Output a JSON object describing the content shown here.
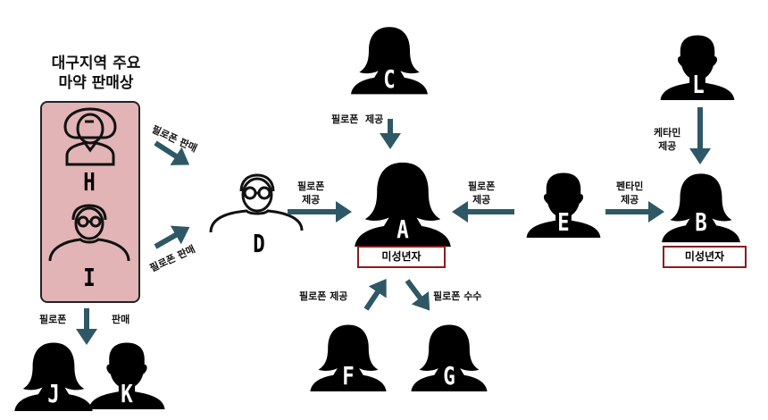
{
  "title_lines": [
    "대구지역 주요",
    "마약 판매상"
  ],
  "people": {
    "A": "A",
    "B": "B",
    "C": "C",
    "D": "D",
    "E": "E",
    "F": "F",
    "G": "G",
    "H": "H",
    "I": "I",
    "J": "J",
    "K": "K",
    "L": "L"
  },
  "tags": {
    "a_minor": "미성년자",
    "b_minor": "미성년자"
  },
  "edges": {
    "h_to_d": "필로폰 판매",
    "i_to_d": "필로폰 판매",
    "d_to_a": [
      "필로폰",
      "제공"
    ],
    "c_to_a": "필로폰  제공",
    "e_to_a": [
      "필로폰",
      "제공"
    ],
    "e_to_b": [
      "펜타민",
      "제공"
    ],
    "l_to_b": [
      "케타민",
      "제공"
    ],
    "f_to_a": "필로폰 제공",
    "a_to_g": "필로폰 수수",
    "hi_to_jk": [
      "필로폰",
      "판매"
    ]
  },
  "colors": {
    "arrow": "#2f5866",
    "pink": "#e2b4b6",
    "minor_border": "#8b1c1c"
  }
}
